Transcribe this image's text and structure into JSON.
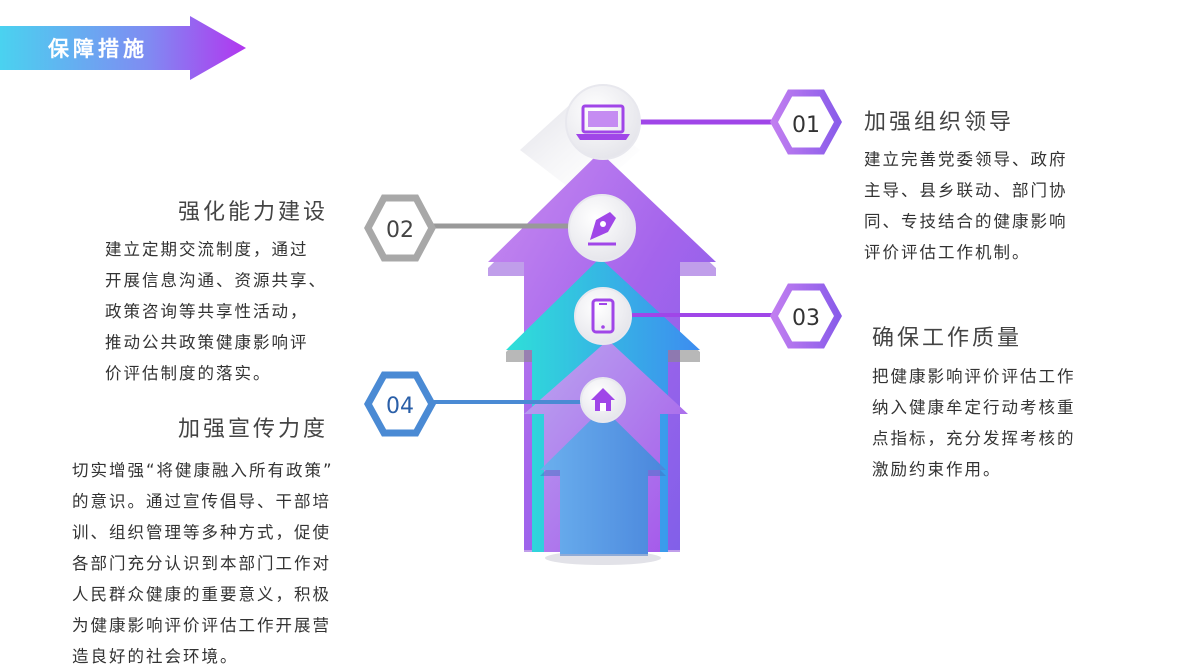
{
  "header": {
    "title": "保障措施"
  },
  "items": [
    {
      "number": "01",
      "icon": "laptop-icon",
      "title": "加强组织领导",
      "lines": [
        "建立完善党委领导、政府",
        "主导、县乡联动、部门协",
        "同、专技结合的健康影响",
        "评价评估工作机制。"
      ]
    },
    {
      "number": "02",
      "icon": "pen-icon",
      "title": "强化能力建设",
      "lines": [
        "建立定期交流制度，通过",
        "开展信息沟通、资源共享、",
        "政策咨询等共享性活动，",
        "推动公共政策健康影响评",
        "价评估制度的落实。"
      ]
    },
    {
      "number": "03",
      "icon": "mobile-icon",
      "title": "确保工作质量",
      "lines": [
        "把健康影响评价评估工作",
        "纳入健康牟定行动考核重",
        "点指标，充分发挥考核的",
        "激励约束作用。"
      ]
    },
    {
      "number": "04",
      "icon": "home-icon",
      "title": "加强宣传力度",
      "lines": [
        "切实增强“将健康融入所有政策”",
        "的意识。通过宣传倡导、干部培",
        "训、组织管理等多种方式，促使",
        "各部门充分认识到本部门工作对",
        "人民群众健康的重要意义，积极",
        "为健康影响评价评估工作开展营",
        "造良好的社会环境。"
      ]
    }
  ],
  "colors": {
    "purple": "#a046e8",
    "gray": "#999999",
    "blue": "#4a8ad4",
    "cyan": "#2ad4e0"
  }
}
